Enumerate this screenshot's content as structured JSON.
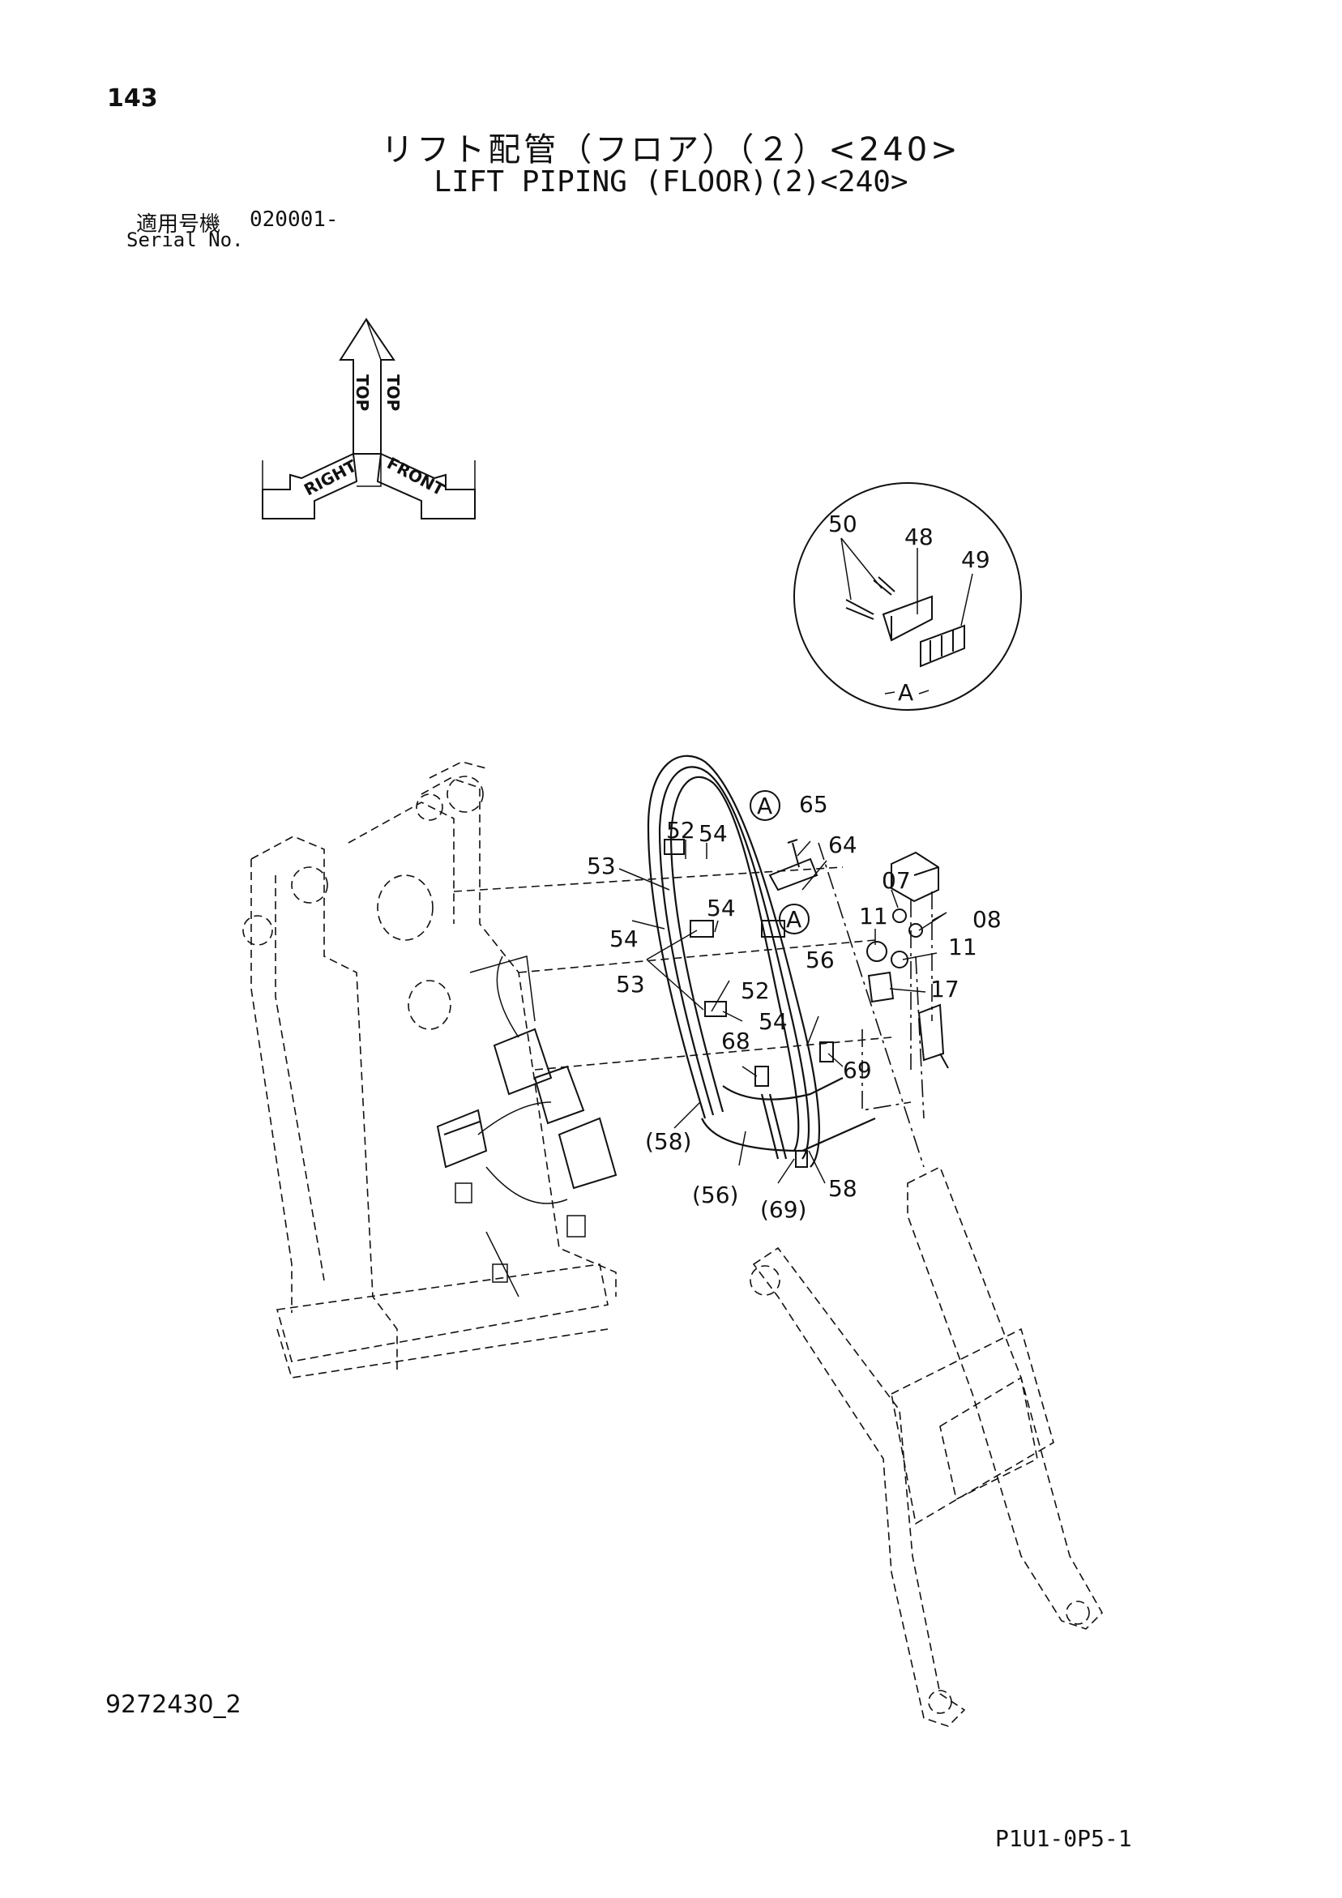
{
  "header": {
    "page_number": "143",
    "title_jp": "リフト配管（フロア）（２）<240>",
    "title_en": "LIFT PIPING (FLOOR)(2)<240>",
    "serial_label_jp": "適用号機",
    "serial_value": "020001-",
    "serial_label_en": "Serial No."
  },
  "orientation": {
    "top": "TOP",
    "right": "RIGHT",
    "front": "FRONT"
  },
  "detail": {
    "name": "A",
    "labels": [
      "50",
      "48",
      "49"
    ]
  },
  "callouts": {
    "c65": "65",
    "c64": "64",
    "c52a": "52",
    "c54a": "54",
    "c53a": "53",
    "c07": "07",
    "c08": "08",
    "c11a": "11",
    "c11b": "11",
    "c54b": "54",
    "c54c": "54",
    "c53b": "53",
    "c52b": "52",
    "c54d": "54",
    "c56": "56",
    "c17": "17",
    "c68": "68",
    "c69": "69",
    "c58p": "(58)",
    "c56p": "(56)",
    "c69p": "(69)",
    "c58": "58",
    "refA1": "A",
    "refA2": "A"
  },
  "footer": {
    "drawing_number": "9272430_2",
    "sheet_code": "P1U1-0P5-1"
  }
}
